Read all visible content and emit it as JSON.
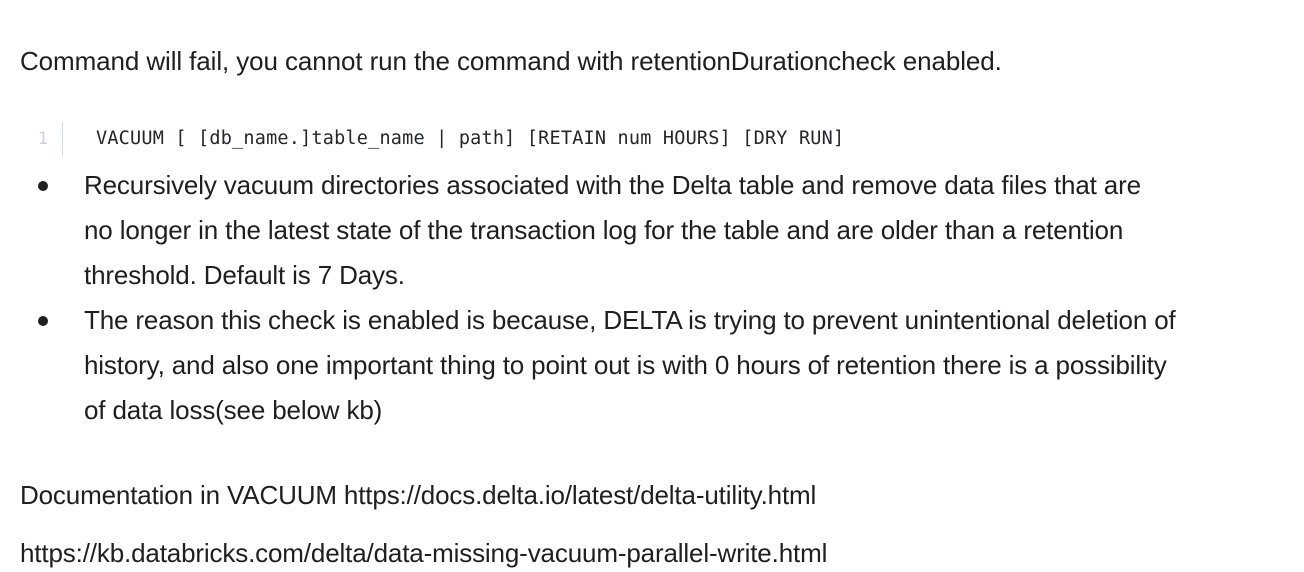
{
  "intro": {
    "text": "Command will fail, you cannot run the command with retentionDurationcheck enabled."
  },
  "code_block": {
    "line_number": "1",
    "code": "VACUUM [ [db_name.]table_name | path] [RETAIN num HOURS] [DRY RUN]",
    "gutter_color": "#ccd2da",
    "divider_color": "#d5dae0",
    "code_color": "#23272b",
    "background": "#ffffff"
  },
  "bullets": [
    {
      "text": "Recursively vacuum directories associated with the Delta table and remove data files that are no longer in the latest state of the transaction log for the table and are older than a retention threshold. Default is 7 Days."
    },
    {
      "text": "The reason this check is enabled is because, DELTA is trying to prevent unintentional deletion of history, and also one important thing to point out is with 0 hours of retention there is a possibility of data loss(see below kb)"
    }
  ],
  "doc_links": {
    "documentation_line": "Documentation in VACUUM https://docs.delta.io/latest/delta-utility.html",
    "kb_line": "https://kb.databricks.com/delta/data-missing-vacuum-parallel-write.html"
  },
  "colors": {
    "page_background": "#ffffff",
    "body_text": "#1f1f1f"
  }
}
